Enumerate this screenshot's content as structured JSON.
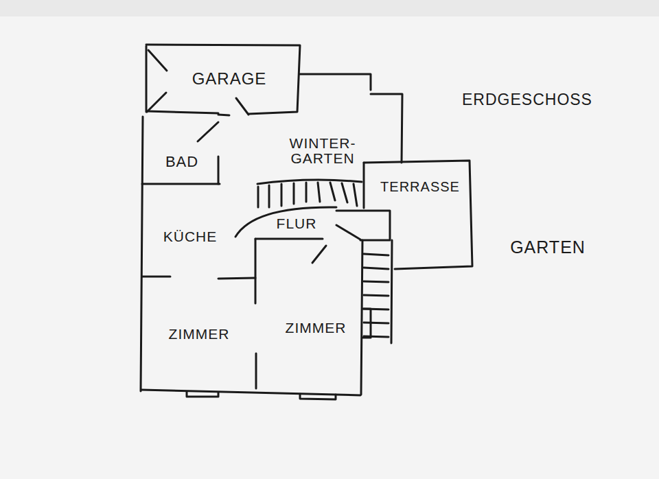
{
  "diagram": {
    "title": "ERDGESCHOSS",
    "labels": [
      "GARAGE",
      "BAD",
      "WINTER- GARTEN",
      "TERRASSE",
      "KÜCHE",
      "FLUR",
      "ZIMMER",
      "ZIMMER",
      "GARTEN"
    ]
  }
}
